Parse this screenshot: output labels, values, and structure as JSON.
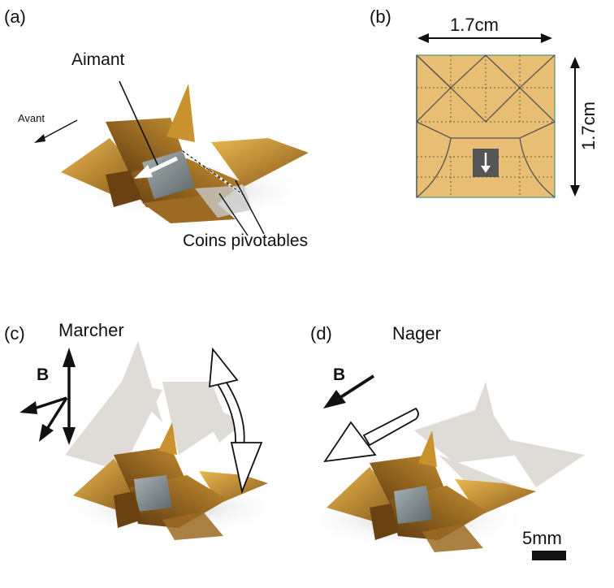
{
  "panels": {
    "a": {
      "tag": "(a)",
      "magnet_label": "Aimant",
      "forward_label": "Avant",
      "corners_label": "Coins pivotables"
    },
    "b": {
      "tag": "(b)",
      "width_label": "1.7cm",
      "height_label": "1.7cm"
    },
    "c": {
      "tag": "(c)",
      "title": "Marcher",
      "field_label": "B"
    },
    "d": {
      "tag": "(d)",
      "title": "Nager",
      "field_label": "B",
      "scale_label": "5mm"
    }
  },
  "colors": {
    "paper": "#E8BE74",
    "paper_border": "#6FA07E",
    "fold_line": "#5A5A5A",
    "gold_light": "#D9A43A",
    "gold_dark": "#7A4E15",
    "magnet": "#7E8A8C",
    "ghost": "#C8C2B8"
  }
}
